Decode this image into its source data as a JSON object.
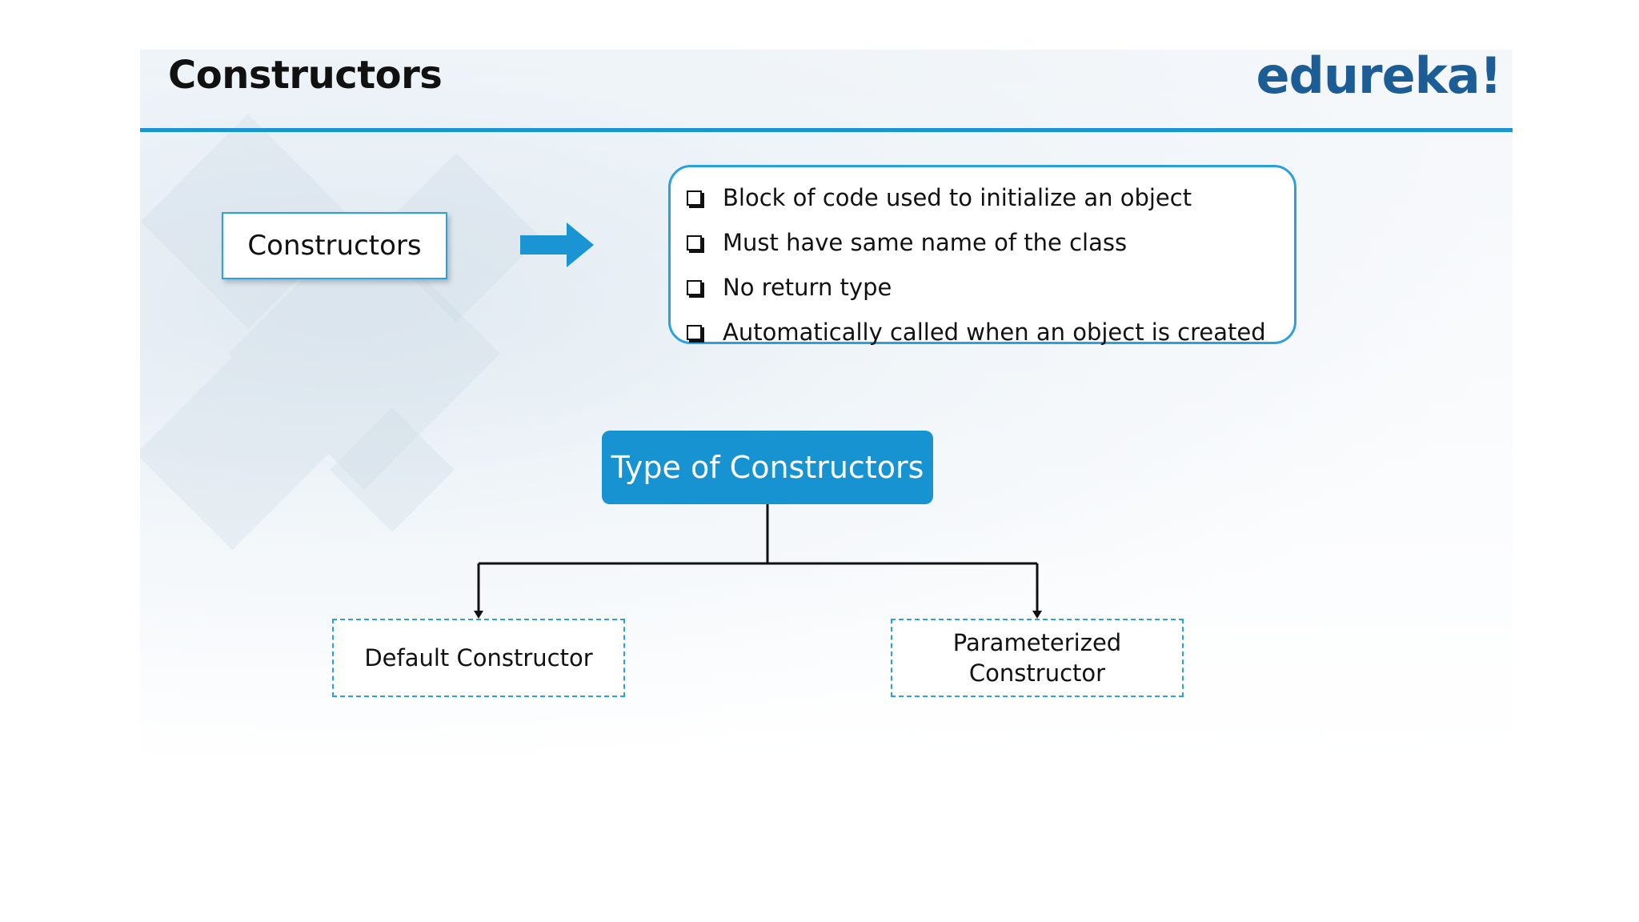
{
  "header": {
    "title": "Constructors",
    "logo": "edureka!"
  },
  "concept": {
    "label": "Constructors"
  },
  "facts": [
    "Block of code used to initialize an object",
    "Must have same name of the class",
    "No return type",
    "Automatically called when an object is created"
  ],
  "tree": {
    "root": "Type of Constructors",
    "children": [
      "Default Constructor",
      "Parameterized Constructor"
    ]
  },
  "colors": {
    "accent": "#1a94d2",
    "logo": "#1d5d96",
    "root_fill": "#1793d1",
    "box_border": "#2aa0dc"
  }
}
